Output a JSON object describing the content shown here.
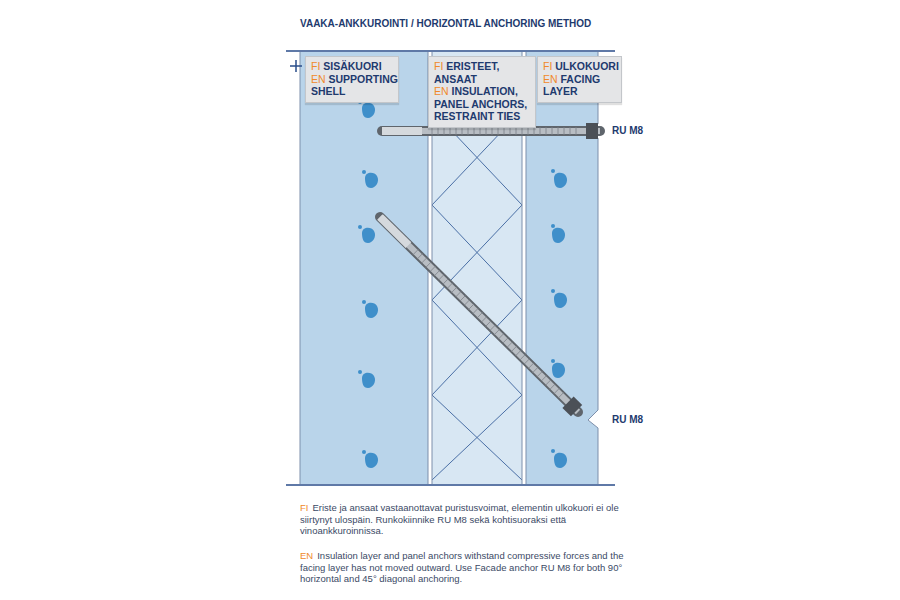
{
  "diagram": {
    "title": "VAAKA-ANKKUROINTI / HORIZONTAL ANCHORING METHOD",
    "nodes": [
      {
        "text": [
          "FI",
          "SISÄKUORI",
          "EN",
          "SUPPORTING SHELL"
        ]
      },
      {
        "text": [
          "FI",
          "ERISTEET, ANSAAT",
          "EN",
          "INSULATION, PANEL ANCHORS, RESTRAINT TIES"
        ]
      },
      {
        "text": [
          "FI",
          "ULKOKUORI",
          "EN",
          "FACING LAYER"
        ]
      }
    ],
    "labels": [
      "RU M8",
      "RU M8",
      "FI",
      "Eriste ja ansaat vastaanottavat puristusvoimat, elementin ulkokuori ei ole siirtynyt ulospäin. Runkokiinnike RU M8 sekä kohtisuoraksi että vinoankkuroinnissa.",
      "EN",
      "Insulation layer and panel anchors withstand compressive forces and the facing layer has not moved outward. Use Facade anchor RU M8 for both 90° horizontal and 45° diagonal anchoring."
    ]
  }
}
